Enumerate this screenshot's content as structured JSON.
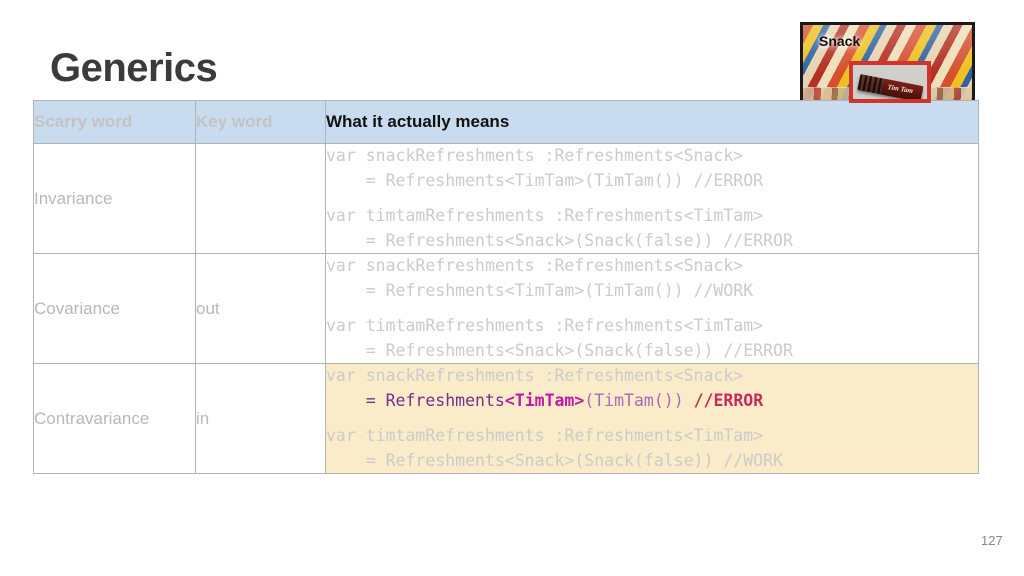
{
  "slide": {
    "title": "Generics",
    "page_number": "127",
    "title_color": "#3b3b3b"
  },
  "table": {
    "header_bg": "#c9dcef",
    "headers": [
      {
        "label": "Scarry word",
        "style": "muted"
      },
      {
        "label": "Key word",
        "style": "muted"
      },
      {
        "label": "What it actually means",
        "style": "dark"
      }
    ],
    "rows": [
      {
        "scarry_word": "Invariance",
        "key_word": "",
        "highlighted": false,
        "code": {
          "line1": "var snackRefreshments :Refreshments<Snack>",
          "line2": "    = Refreshments<TimTam>(TimTam()) //ERROR",
          "line3": "var timtamRefreshments :Refreshments<TimTam>",
          "line4": "    = Refreshments<Snack>(Snack(false)) //ERROR"
        }
      },
      {
        "scarry_word": "Covariance",
        "key_word": "out",
        "highlighted": false,
        "code": {
          "line1": "var snackRefreshments :Refreshments<Snack>",
          "line2": "    = Refreshments<TimTam>(TimTam()) //WORK",
          "line3": "var timtamRefreshments :Refreshments<TimTam>",
          "line4": "    = Refreshments<Snack>(Snack(false)) //ERROR"
        }
      },
      {
        "scarry_word": "Contravariance",
        "key_word": "in",
        "highlighted": true,
        "highlight_bg": "#faecc8",
        "code": {
          "line1": "var snackRefreshments :Refreshments<Snack>",
          "line2_indent": "    = ",
          "line2_generic_owner": "Refreshments",
          "line2_type_param": "<TimTam>",
          "line2_call": "(TimTam()) ",
          "line2_comment": "//ERROR",
          "line3": "var timtamRefreshments :Refreshments<TimTam>",
          "line4": "    = Refreshments<Snack>(Snack(false)) //WORK"
        }
      }
    ]
  },
  "snack_figure": {
    "label": "Snack",
    "product_text": "Tim Tam",
    "border_color": "#1a1a1a",
    "highlight_border_color": "#d0342c"
  },
  "colors": {
    "code_dim": "#cbcbcb",
    "token_purple": "#7b2d8e",
    "token_magenta": "#c019a8",
    "token_lilac": "#a96ab8",
    "token_error": "#c8295a"
  }
}
